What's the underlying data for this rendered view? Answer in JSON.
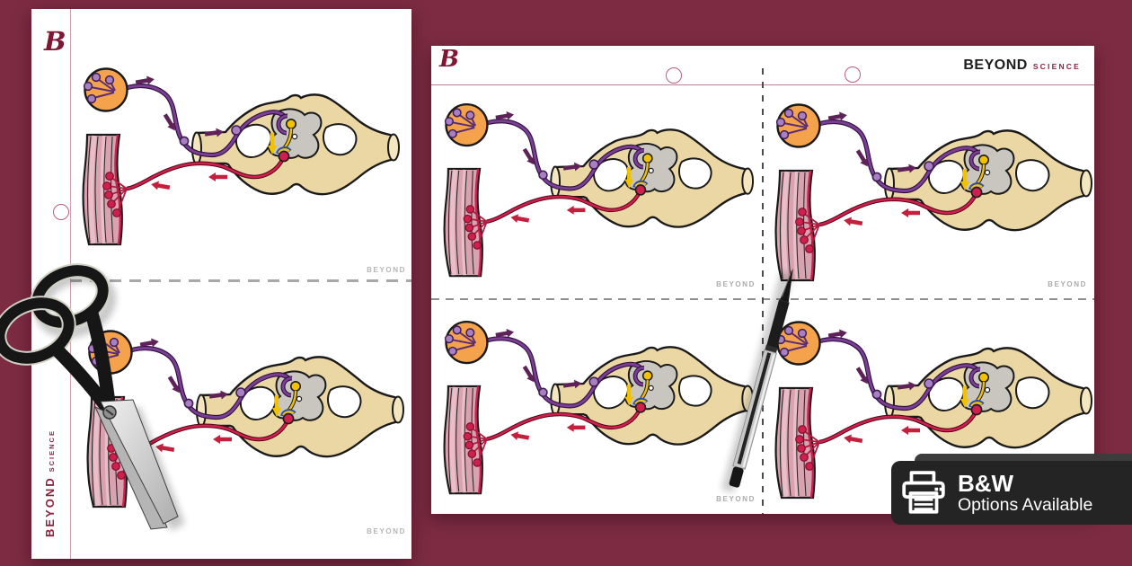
{
  "scene": {
    "background_color": "#7C2B43",
    "description": "Printable reflex arc diagram cut-out cards preview with scissors and pen"
  },
  "brand": {
    "logo_letter": "B",
    "name_primary": "BEYOND",
    "name_secondary": "SCIENCE",
    "watermark": "BEYOND",
    "maroon": "#8C2240"
  },
  "left_page": {
    "diagram_count": 2,
    "watermark_top": "BEYOND",
    "watermark_bottom": "BEYOND"
  },
  "right_page": {
    "diagram_count": 4,
    "header_primary": "BEYOND",
    "header_secondary": "SCIENCE"
  },
  "badge": {
    "title": "B&W",
    "subtitle": "Options Available",
    "icon": "printer-icon",
    "background": "#242424",
    "text_color": "#FFFFFF"
  },
  "diagram": {
    "name": "reflex-arc",
    "parts": [
      "stimulus-receptor",
      "sensory-neuron",
      "relay-neuron",
      "motor-neuron",
      "spinal-cord-cross-section",
      "effector-muscle"
    ],
    "palette": {
      "receptor_orange": "#F5A24C",
      "sensory_purple": "#7B3E97",
      "relay_yellow": "#F2C200",
      "motor_crimson": "#CE1F4D",
      "cord_tan": "#EBD7A4",
      "gray_matter": "#C9C5BF",
      "muscle_pink": "#D9A2B0",
      "synapse_blue": "#2E4C9B",
      "arrow_plum": "#5E2259",
      "arrow_red": "#C3203E"
    }
  },
  "objects": {
    "prop_1": "scissors",
    "prop_2": "ballpoint-pen"
  }
}
